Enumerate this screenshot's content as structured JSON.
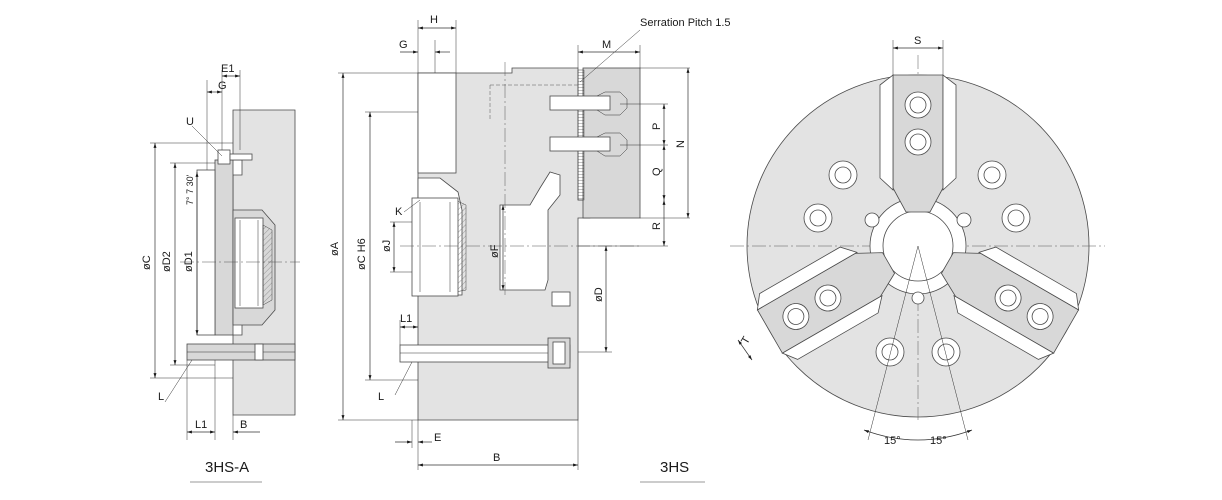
{
  "drawing": {
    "captions": {
      "left": "3HS-A",
      "middle": "3HS"
    },
    "serration_note": "Serration Pitch 1.5",
    "left_view": {
      "labels": {
        "E1": "E1",
        "G": "G",
        "U": "U",
        "angle": "7° 7 30'",
        "C": "øC",
        "D2": "øD2",
        "D1": "øD1",
        "L": "L",
        "L1": "L1",
        "B": "B"
      }
    },
    "middle_view": {
      "labels": {
        "H": "H",
        "G": "G",
        "M": "M",
        "P": "P",
        "N": "N",
        "Q": "Q",
        "R": "R",
        "K": "K",
        "A": "øA",
        "CH6": "øC  H6",
        "J": "øJ",
        "F": "øF",
        "D": "øD",
        "L1": "L1",
        "L": "L",
        "E": "E",
        "B": "B"
      }
    },
    "right_view": {
      "labels": {
        "S": "S",
        "T": "T",
        "angle_left": "15°",
        "angle_right": "15°"
      }
    }
  },
  "colors": {
    "body": "#e3e3e3",
    "line": "#333333",
    "background": "#ffffff"
  }
}
